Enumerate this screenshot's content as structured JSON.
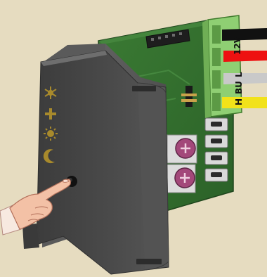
{
  "terminal_labels": {
    "dash": "-",
    "v12": "12V",
    "l": "L",
    "bu": "BU",
    "h": "H"
  },
  "wire_colors": {
    "black": "#111111",
    "red": "#ee1111",
    "gray": "#c9c9c9",
    "yellow": "#f2e21a"
  },
  "icons": [
    "snowflake-icon",
    "plus-icon",
    "sun-icon",
    "moon-icon"
  ],
  "colors": {
    "background": "#e6dcc0",
    "pcb": "#2f6f2f",
    "housing": "#4a4a4a",
    "terminal_block": "#8fcf73",
    "icon_gold": "#a88a2c"
  }
}
